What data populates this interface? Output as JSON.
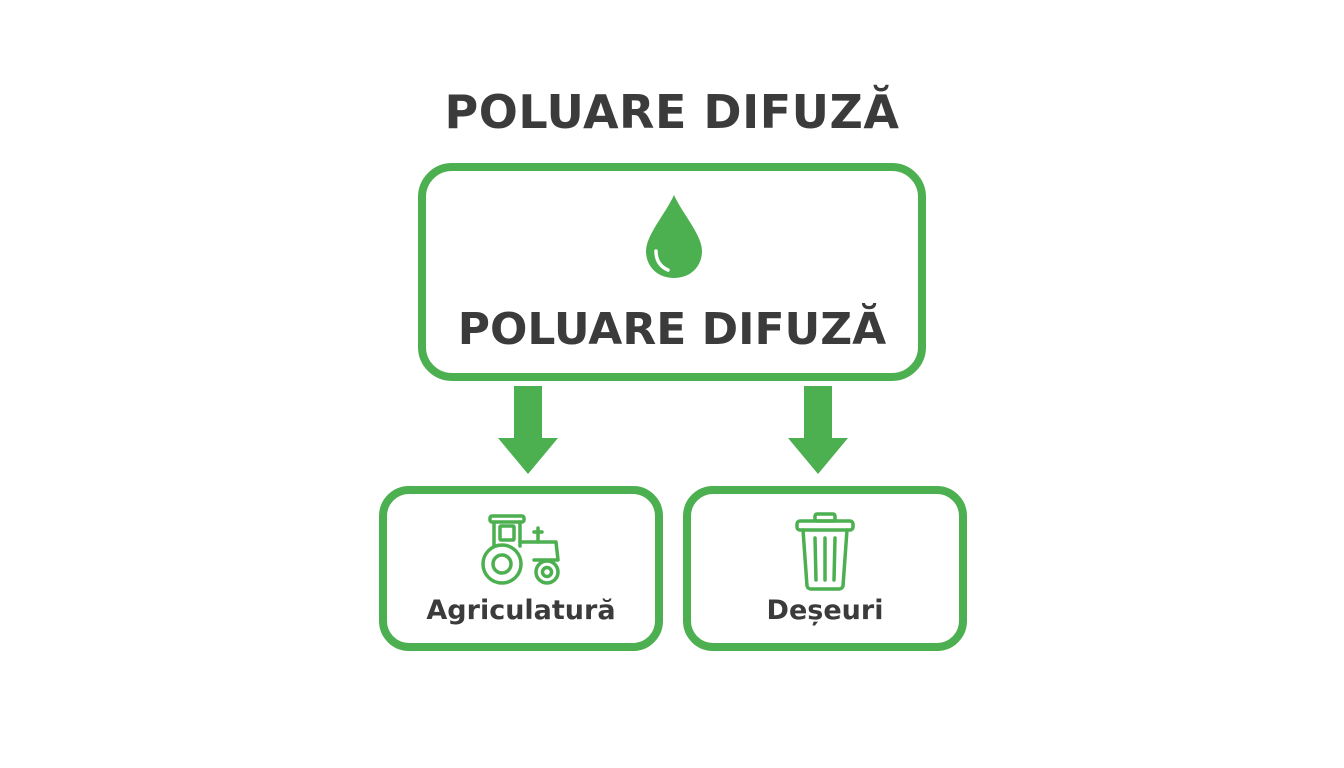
{
  "title": "POLUARE DIFUZĂ",
  "main_node": {
    "label": "POLUARE DIFUZĂ",
    "icon": "water-drop-icon"
  },
  "children": [
    {
      "label": "Agriculatură",
      "icon": "tractor-icon"
    },
    {
      "label": "Deșeuri",
      "icon": "trash-can-icon"
    }
  ],
  "colors": {
    "accent": "#4caf50",
    "text": "#3b3b3b",
    "background": "#ffffff"
  }
}
